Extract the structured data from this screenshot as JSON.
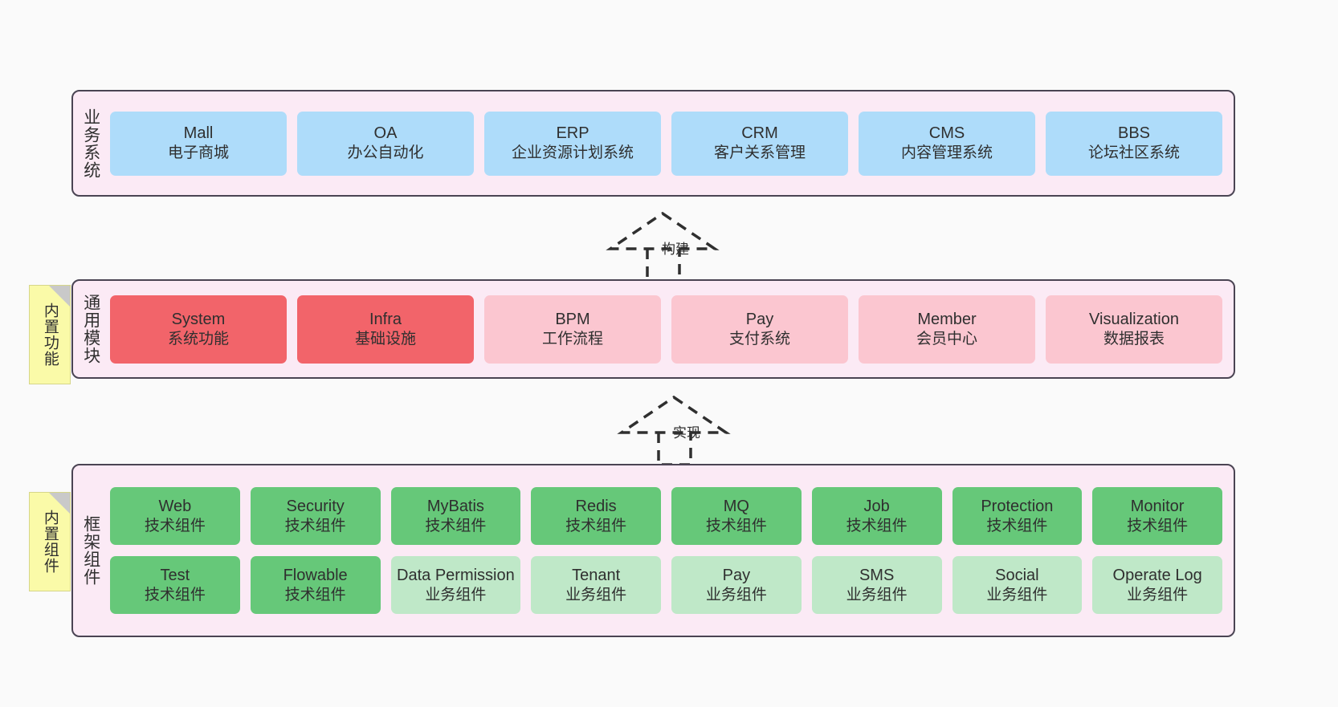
{
  "diagram": {
    "background_color": "#fafafa",
    "panel_color": "#fbeaf5",
    "panel_border_color": "#4a4453",
    "note_color": "#fafaa8"
  },
  "layers": {
    "business": {
      "title": "业务系统",
      "card_color": "#aedcfa",
      "cards": [
        {
          "en": "Mall",
          "cn": "电子商城"
        },
        {
          "en": "OA",
          "cn": "办公自动化"
        },
        {
          "en": "ERP",
          "cn": "企业资源计划系统"
        },
        {
          "en": "CRM",
          "cn": "客户关系管理"
        },
        {
          "en": "CMS",
          "cn": "内容管理系统"
        },
        {
          "en": "BBS",
          "cn": "论坛社区系统"
        }
      ]
    },
    "common": {
      "title": "通用模块",
      "note": "内置功能",
      "card_color_primary": "#f2646a",
      "card_color_secondary": "#fbc6d0",
      "cards": [
        {
          "en": "System",
          "cn": "系统功能",
          "variant": "primary"
        },
        {
          "en": "Infra",
          "cn": "基础设施",
          "variant": "primary"
        },
        {
          "en": "BPM",
          "cn": "工作流程",
          "variant": "secondary"
        },
        {
          "en": "Pay",
          "cn": "支付系统",
          "variant": "secondary"
        },
        {
          "en": "Member",
          "cn": "会员中心",
          "variant": "secondary"
        },
        {
          "en": "Visualization",
          "cn": "数据报表",
          "variant": "secondary"
        }
      ]
    },
    "framework": {
      "title": "框架组件",
      "note": "内置组件",
      "card_color_tech": "#66c879",
      "card_color_business": "#bfe8c8",
      "row1": [
        {
          "en": "Web",
          "cn": "技术组件",
          "variant": "tech"
        },
        {
          "en": "Security",
          "cn": "技术组件",
          "variant": "tech"
        },
        {
          "en": "MyBatis",
          "cn": "技术组件",
          "variant": "tech"
        },
        {
          "en": "Redis",
          "cn": "技术组件",
          "variant": "tech"
        },
        {
          "en": "MQ",
          "cn": "技术组件",
          "variant": "tech"
        },
        {
          "en": "Job",
          "cn": "技术组件",
          "variant": "tech"
        },
        {
          "en": "Protection",
          "cn": "技术组件",
          "variant": "tech"
        },
        {
          "en": "Monitor",
          "cn": "技术组件",
          "variant": "tech"
        }
      ],
      "row2": [
        {
          "en": "Test",
          "cn": "技术组件",
          "variant": "tech"
        },
        {
          "en": "Flowable",
          "cn": "技术组件",
          "variant": "tech"
        },
        {
          "en": "Data Permission",
          "cn": "业务组件",
          "variant": "business"
        },
        {
          "en": "Tenant",
          "cn": "业务组件",
          "variant": "business"
        },
        {
          "en": "Pay",
          "cn": "业务组件",
          "variant": "business"
        },
        {
          "en": "SMS",
          "cn": "业务组件",
          "variant": "business"
        },
        {
          "en": "Social",
          "cn": "业务组件",
          "variant": "business"
        },
        {
          "en": "Operate Log",
          "cn": "业务组件",
          "variant": "business"
        }
      ]
    }
  },
  "connectors": [
    {
      "label": "构建"
    },
    {
      "label": "实现"
    }
  ]
}
